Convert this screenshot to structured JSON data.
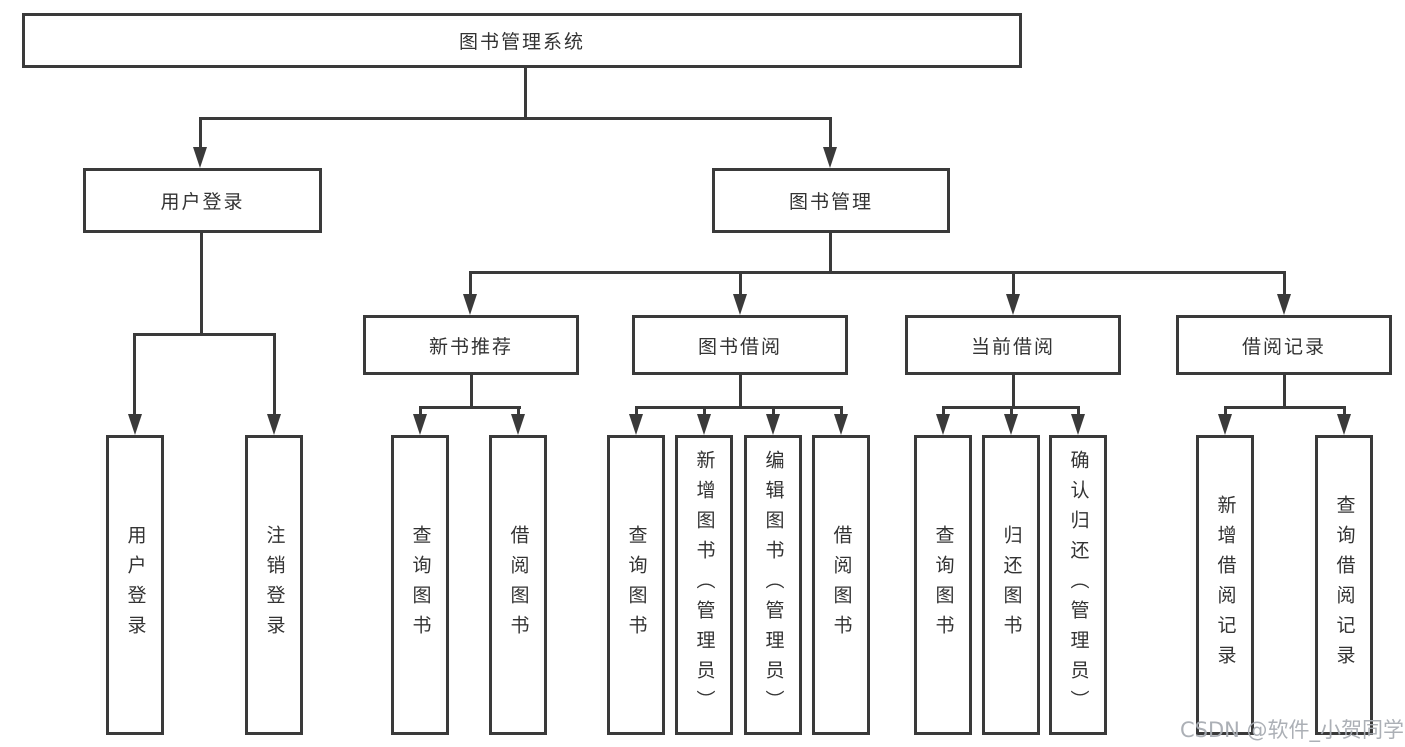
{
  "diagram": {
    "root": {
      "label": "图书管理系统"
    },
    "level2": [
      {
        "id": "user-login",
        "label": "用户登录"
      },
      {
        "id": "book-management",
        "label": "图书管理"
      }
    ],
    "level3": [
      {
        "id": "new-book-recommendation",
        "parent": "图书管理",
        "label": "新书推荐"
      },
      {
        "id": "book-borrowing",
        "parent": "图书管理",
        "label": "图书借阅"
      },
      {
        "id": "current-borrowing",
        "parent": "图书管理",
        "label": "当前借阅"
      },
      {
        "id": "borrowing-records",
        "parent": "图书管理",
        "label": "借阅记录"
      }
    ],
    "leaves": [
      {
        "parent": "用户登录",
        "label": "用户登录"
      },
      {
        "parent": "用户登录",
        "label": "注销登录"
      },
      {
        "parent": "新书推荐",
        "label": "查询图书"
      },
      {
        "parent": "新书推荐",
        "label": "借阅图书"
      },
      {
        "parent": "图书借阅",
        "label": "查询图书"
      },
      {
        "parent": "图书借阅",
        "label": "新增图书（管理员）"
      },
      {
        "parent": "图书借阅",
        "label": "编辑图书（管理员）"
      },
      {
        "parent": "图书借阅",
        "label": "借阅图书"
      },
      {
        "parent": "当前借阅",
        "label": "查询图书"
      },
      {
        "parent": "当前借阅",
        "label": "归还图书"
      },
      {
        "parent": "当前借阅",
        "label": "确认归还（管理员）"
      },
      {
        "parent": "借阅记录",
        "label": "新增借阅记录"
      },
      {
        "parent": "借阅记录",
        "label": "查询借阅记录"
      }
    ],
    "watermark": "CSDN @软件_小贺同学",
    "colors": {
      "line": "#3a3a3a",
      "text": "#333333",
      "background": "#ffffff",
      "watermark": "#a8acb2"
    }
  }
}
